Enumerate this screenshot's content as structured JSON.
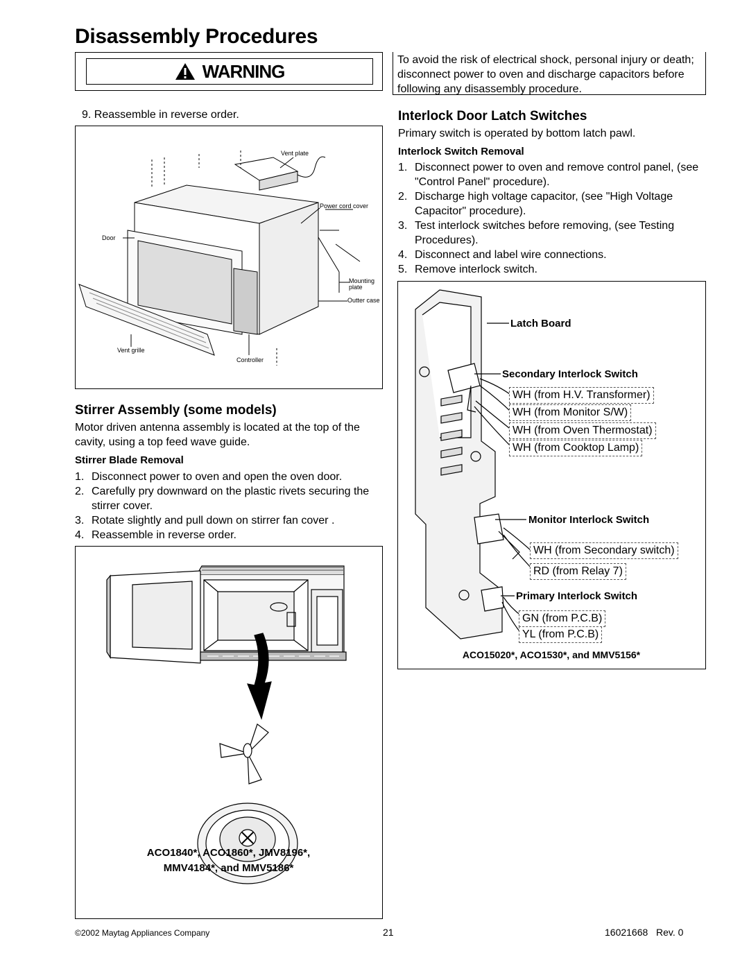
{
  "header": {
    "title": "Disassembly Procedures"
  },
  "warning": {
    "word": "WARNING",
    "text": "To avoid the risk of electrical shock, personal injury or death; disconnect power to oven and discharge capacitors before following any disassembly procedure."
  },
  "left": {
    "step9": "9.  Reassemble in reverse order.",
    "figure1_labels": {
      "vent_plate": "Vent plate",
      "power_cord_cover": "Power cord cover",
      "door": "Door",
      "mounting_plate_1": "Mounting",
      "mounting_plate_2": "plate",
      "outter_case": "Outter case",
      "vent_grille": "Vent grille",
      "controller": "Controller"
    },
    "stirrer_heading": "Stirrer Assembly (some models)",
    "stirrer_intro": "Motor driven antenna assembly is located at the top of the cavity, using a top feed wave guide.",
    "stirrer_sub": "Stirrer Blade Removal",
    "stirrer_steps": [
      {
        "n": "1.",
        "text": "Disconnect power to oven and open the oven door."
      },
      {
        "n": "2.",
        "text": "Carefully pry downward on the plastic rivets securing the stirrer cover."
      },
      {
        "n": "3.",
        "text": "Rotate slightly and pull down on stirrer fan cover ."
      },
      {
        "n": "4.",
        "text": "Reassemble in reverse order."
      }
    ],
    "figure2_caption_1": "ACO1840*, ACO1860*, JMV8196*,",
    "figure2_caption_2": "MMV4184*, and MMV5186*"
  },
  "right": {
    "interlock_heading": "Interlock Door Latch Switches",
    "interlock_intro": "Primary switch is operated by bottom latch pawl.",
    "interlock_sub": "Interlock Switch Removal",
    "interlock_steps": [
      {
        "n": "1.",
        "text": "Disconnect power to oven and remove control panel, (see \"Control Panel\" procedure)."
      },
      {
        "n": "2.",
        "text": "Discharge high voltage capacitor, (see \"High Voltage Capacitor\" procedure)."
      },
      {
        "n": "3.",
        "text": "Test interlock switches before removing, (see Testing Procedures)."
      },
      {
        "n": "4.",
        "text": "Disconnect and label wire connections."
      },
      {
        "n": "5.",
        "text": "Remove interlock switch."
      }
    ],
    "figure3": {
      "latch_board": "Latch Board",
      "secondary": "Secondary Interlock Switch",
      "secondary_wires": [
        "WH (from H.V. Transformer)",
        "WH (from Monitor S/W)",
        "WH (from Oven Thermostat)",
        "WH (from Cooktop Lamp)"
      ],
      "monitor": "Monitor Interlock Switch",
      "monitor_wires": [
        "WH (from Secondary switch)",
        "RD (from Relay 7)"
      ],
      "primary": "Primary Interlock Switch",
      "primary_wires": [
        "GN (from P.C.B)",
        "YL (from P.C.B)"
      ],
      "caption": "ACO15020*, ACO1530*, and MMV5156*"
    }
  },
  "footer": {
    "copyright": "©2002 Maytag Appliances Company",
    "page": "21",
    "doc": "16021668   Rev. 0"
  }
}
